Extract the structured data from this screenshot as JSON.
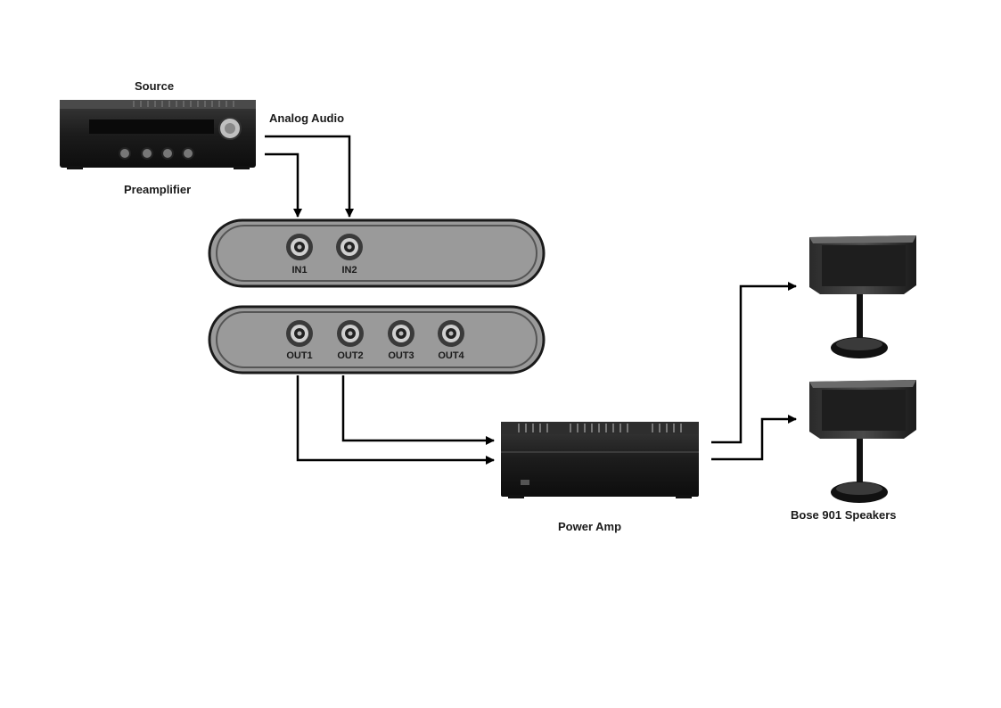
{
  "labels": {
    "source": "Source",
    "preamplifier": "Preamplifier",
    "analog_audio": "Analog Audio",
    "power_amp": "Power Amp",
    "speakers": "Bose 901 Speakers"
  },
  "inputs": [
    "IN1",
    "IN2"
  ],
  "outputs": [
    "OUT1",
    "OUT2",
    "OUT3",
    "OUT4"
  ]
}
